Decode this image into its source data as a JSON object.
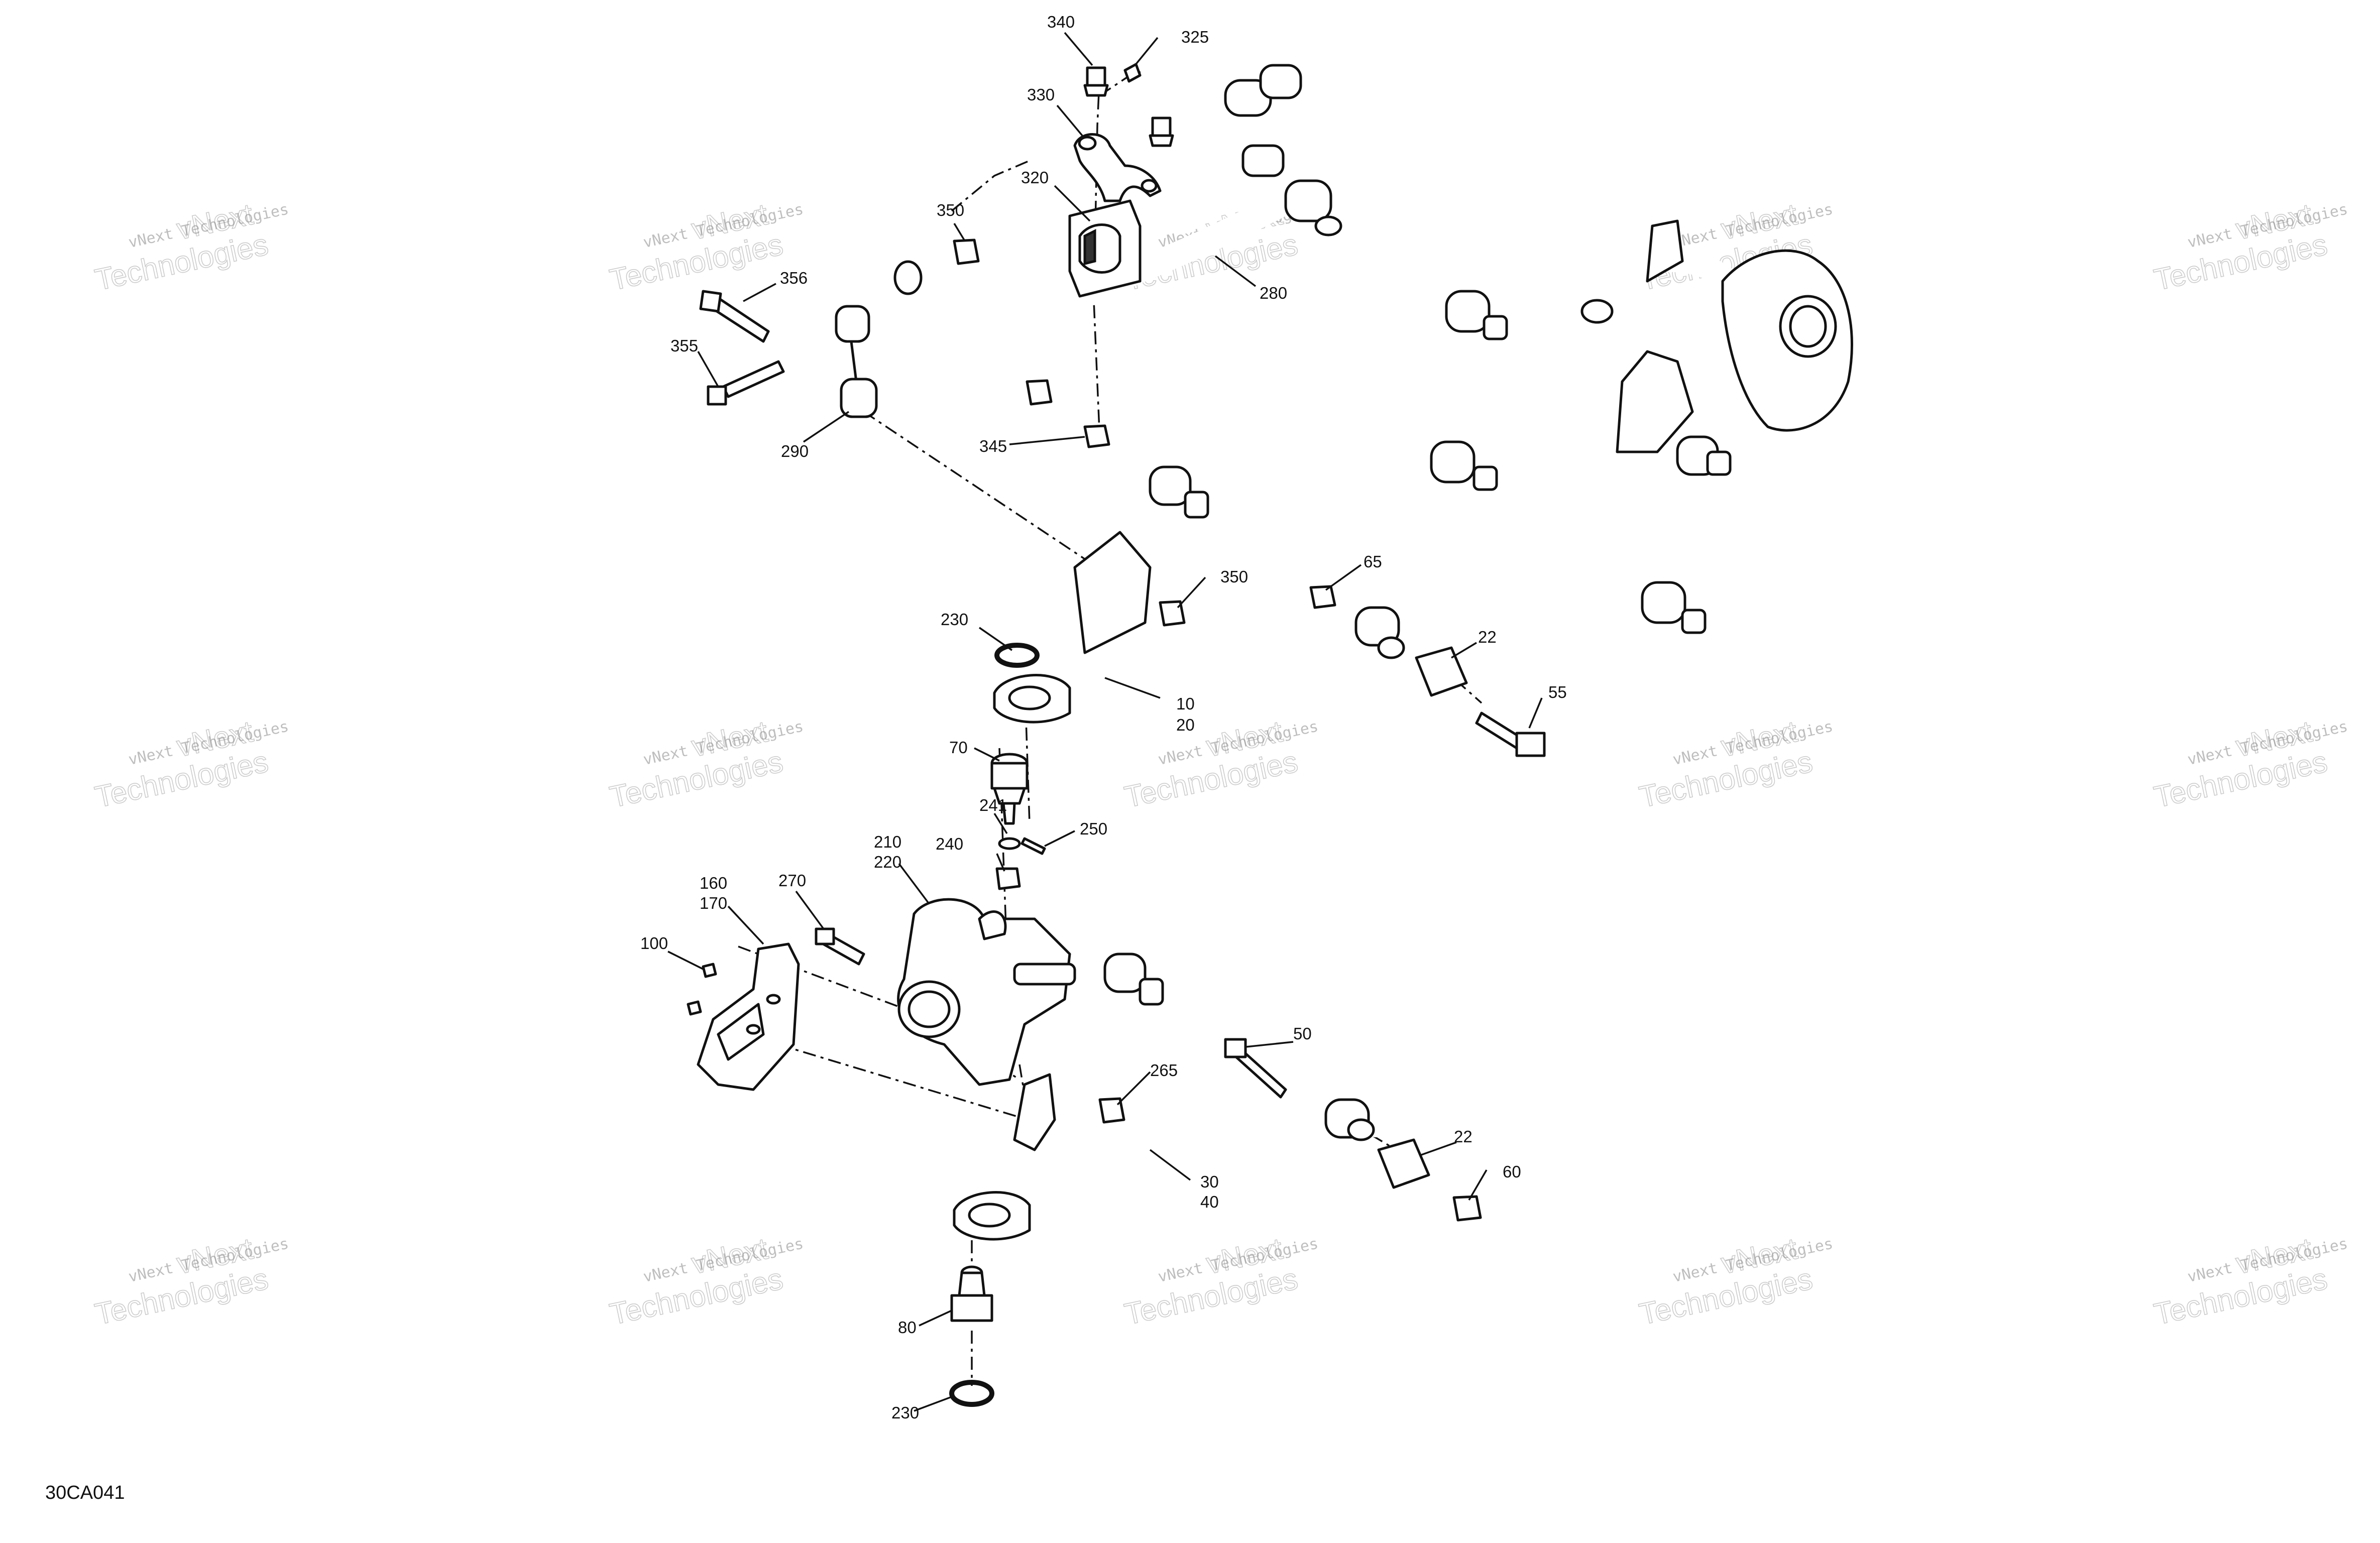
{
  "diagram_id": "30CA041",
  "watermark": {
    "line1": "vNext Technologies",
    "line2_top": "vNext",
    "line2_bottom": "Technologies"
  },
  "callouts": {
    "c340": "340",
    "c325": "325",
    "c330": "330",
    "c320": "320",
    "c350a": "350",
    "c356": "356",
    "c355": "355",
    "c290": "290",
    "c280": "280",
    "c345": "345",
    "c350b": "350",
    "c65": "65",
    "c230a": "230",
    "c22a": "22",
    "c10": "10",
    "c20": "20",
    "c55": "55",
    "c70": "70",
    "c241": "241",
    "c250": "250",
    "c240": "240",
    "c210": "210",
    "c220": "220",
    "c160": "160",
    "c170": "170",
    "c270": "270",
    "c100": "100",
    "c50": "50",
    "c265": "265",
    "c22b": "22",
    "c60": "60",
    "c30": "30",
    "c40": "40",
    "c80": "80",
    "c230b": "230"
  }
}
